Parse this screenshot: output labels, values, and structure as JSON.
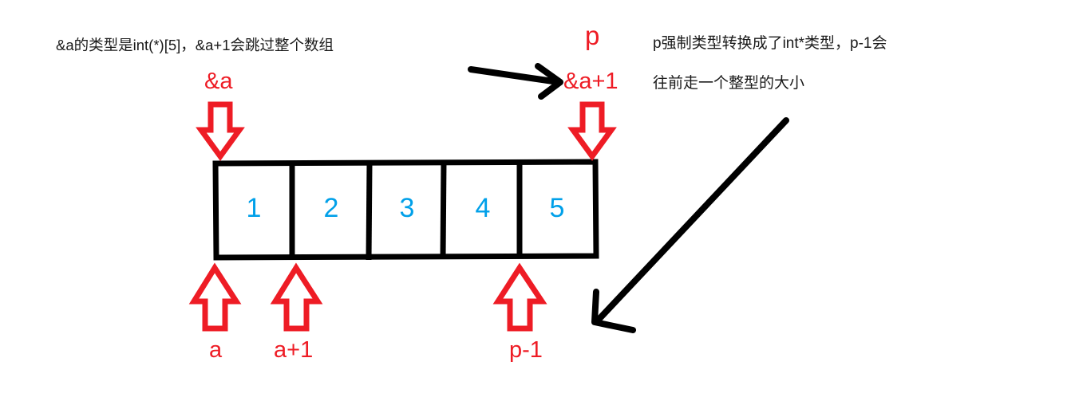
{
  "diagram": {
    "title_note_left": "&a的类型是int(*)[5]，&a+1会跳过整个数组",
    "note_right_line1": "p强制类型转换成了int*类型，p-1会",
    "note_right_line2": "往前走一个整型的大小",
    "colors": {
      "pointer_red": "#ee1c25",
      "value_blue": "#00a0e9",
      "box_black": "#000000",
      "text_black": "#1a1a1a"
    },
    "array": {
      "cells": [
        {
          "value": "1"
        },
        {
          "value": "2"
        },
        {
          "value": "3"
        },
        {
          "value": "4"
        },
        {
          "value": "5"
        }
      ]
    },
    "pointer_labels": {
      "top_left": "&a",
      "top_right": "&a+1",
      "top_p": "p",
      "bottom_first": "a",
      "bottom_second": "a+1",
      "bottom_last": "p-1"
    }
  }
}
